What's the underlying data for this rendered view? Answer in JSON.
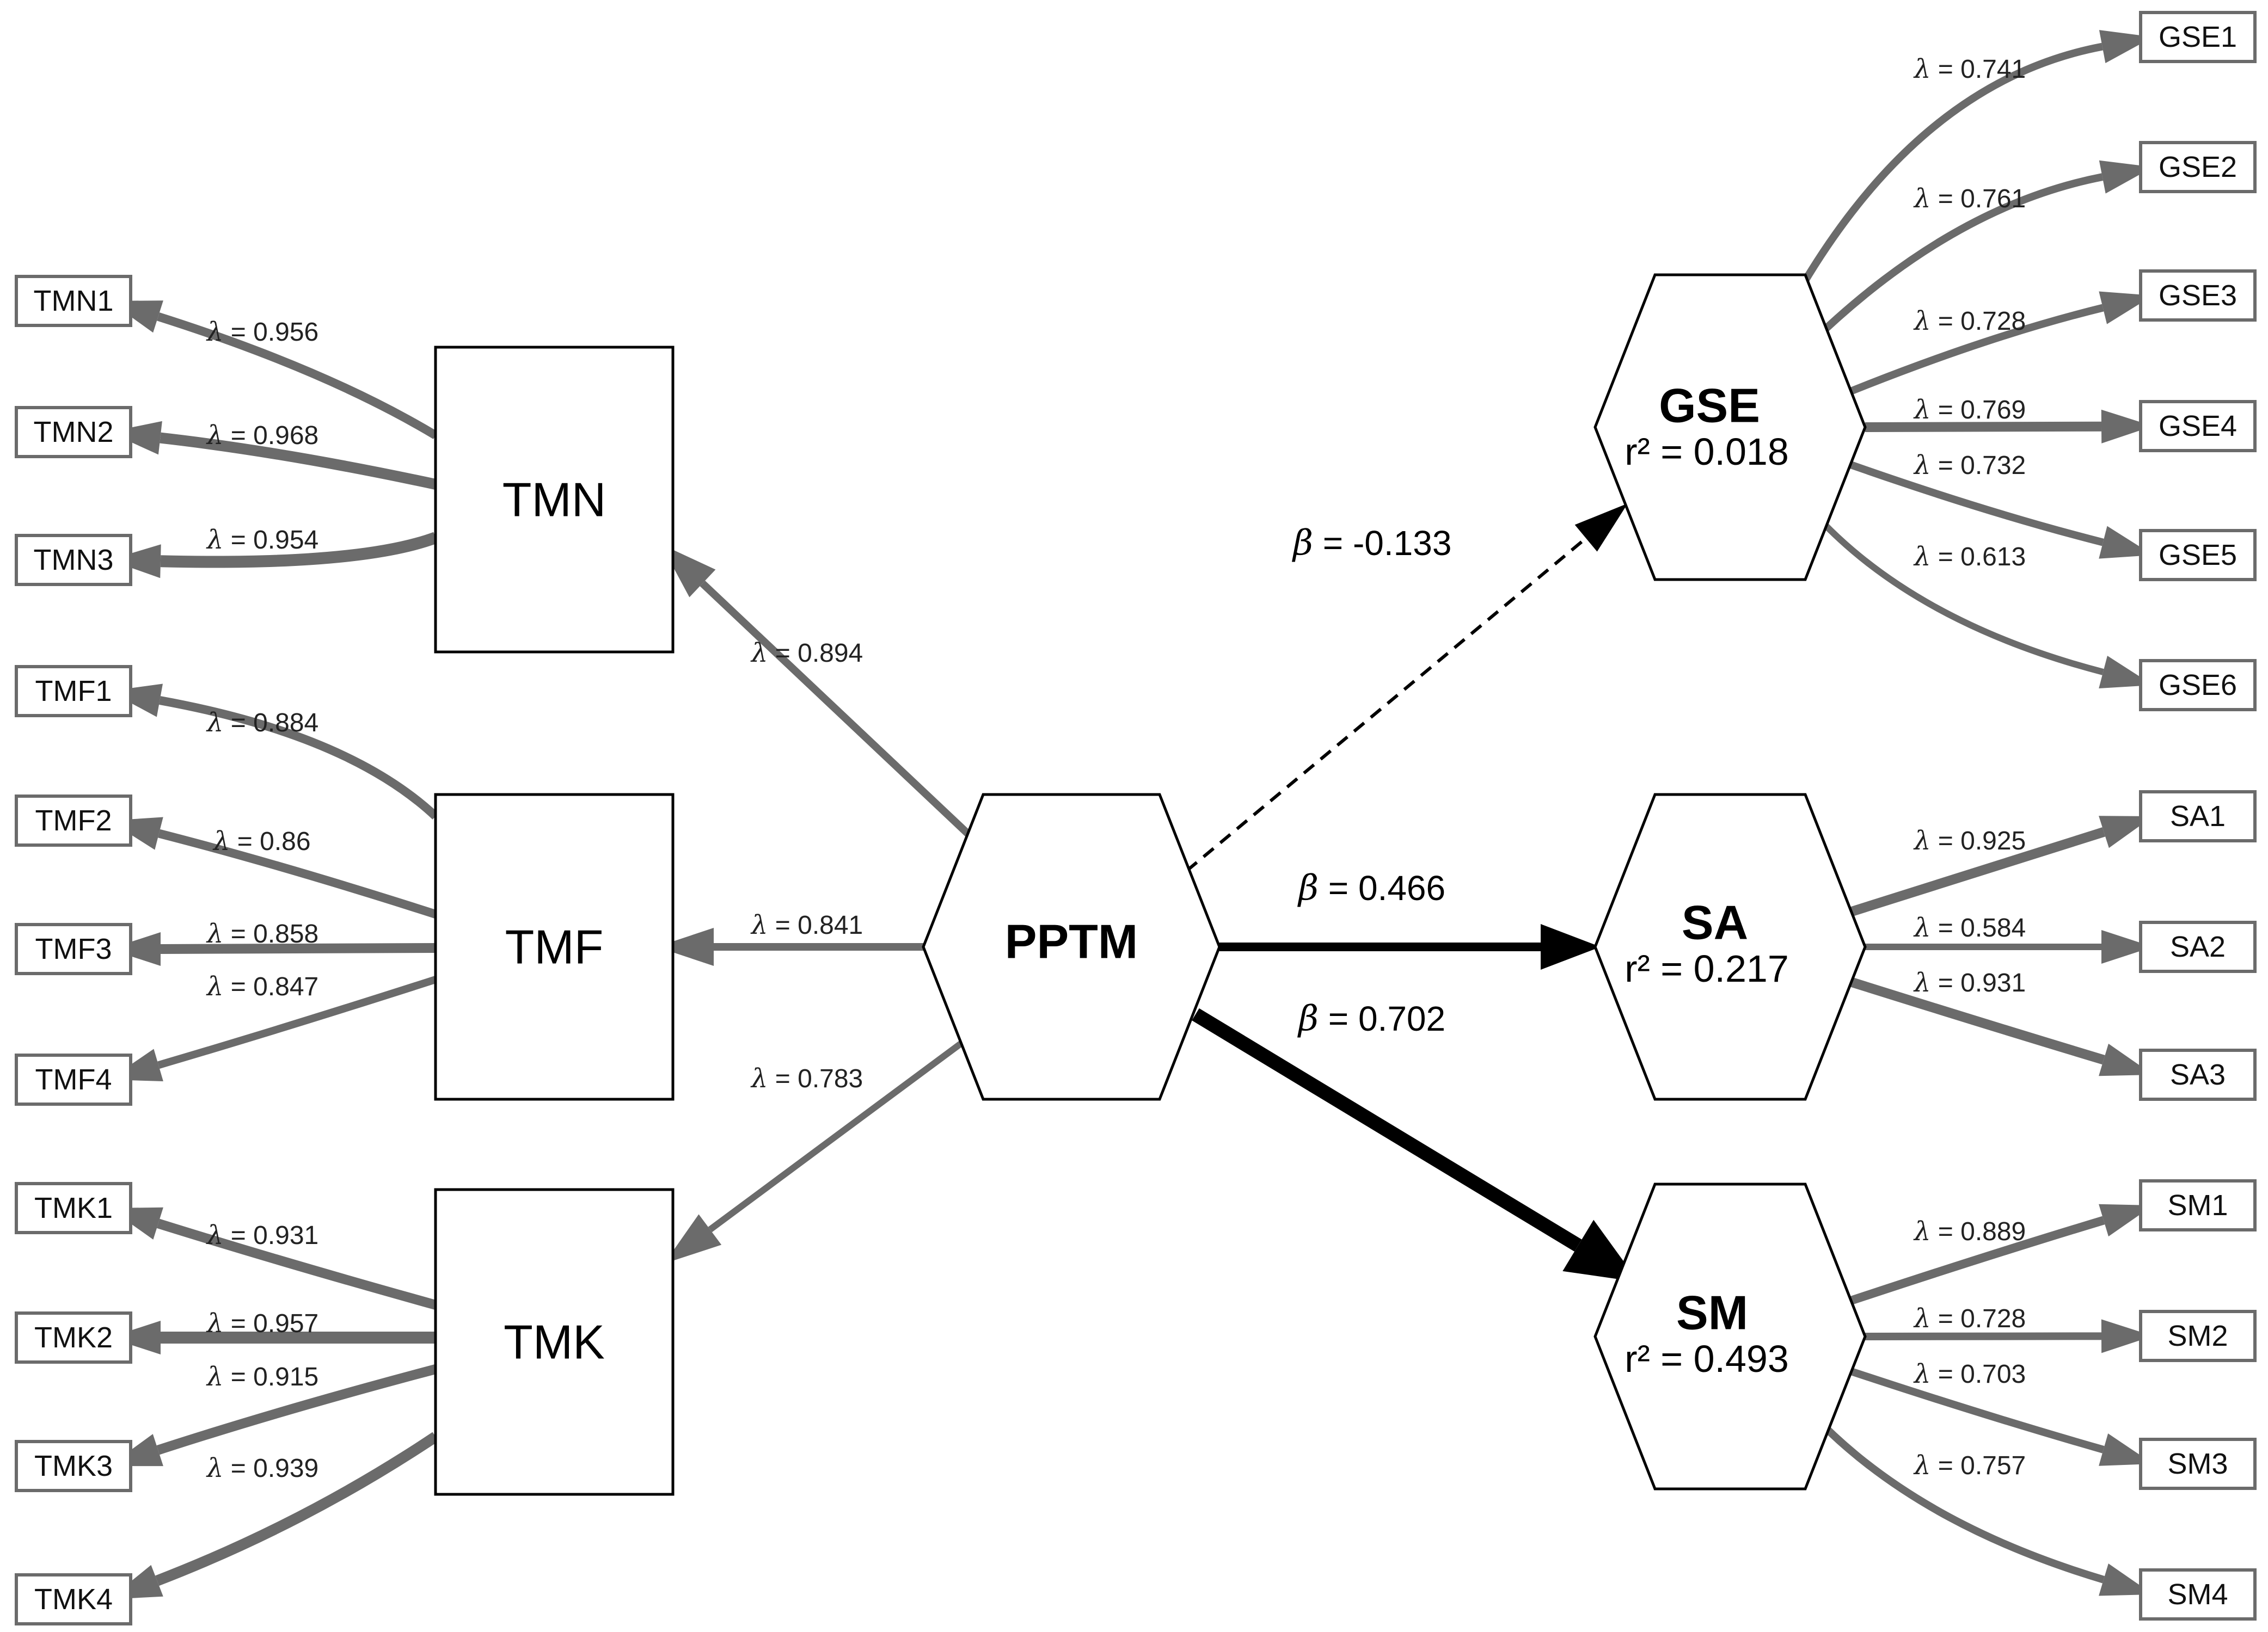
{
  "latents": {
    "TMN": {
      "name": "TMN",
      "r2": ""
    },
    "TMF": {
      "name": "TMF",
      "r2": ""
    },
    "TMK": {
      "name": "TMK",
      "r2": ""
    },
    "PPTM": {
      "name": "PPTM",
      "r2": ""
    },
    "GSE": {
      "name": "GSE",
      "r2": "r² = 0.018"
    },
    "SA": {
      "name": "SA",
      "r2": "r² = 0.217"
    },
    "SM": {
      "name": "SM",
      "r2": "r² = 0.493"
    }
  },
  "indicators": {
    "TMN1": "TMN1",
    "TMN2": "TMN2",
    "TMN3": "TMN3",
    "TMF1": "TMF1",
    "TMF2": "TMF2",
    "TMF3": "TMF3",
    "TMF4": "TMF4",
    "TMK1": "TMK1",
    "TMK2": "TMK2",
    "TMK3": "TMK3",
    "TMK4": "TMK4",
    "GSE1": "GSE1",
    "GSE2": "GSE2",
    "GSE3": "GSE3",
    "GSE4": "GSE4",
    "GSE5": "GSE5",
    "GSE6": "GSE6",
    "SA1": "SA1",
    "SA2": "SA2",
    "SA3": "SA3",
    "SM1": "SM1",
    "SM2": "SM2",
    "SM3": "SM3",
    "SM4": "SM4"
  },
  "loadings": {
    "TMN1": "0.956",
    "TMN2": "0.968",
    "TMN3": "0.954",
    "TMF1": "0.884",
    "TMF2": "0.86",
    "TMF3": "0.858",
    "TMF4": "0.847",
    "TMK1": "0.931",
    "TMK2": "0.957",
    "TMK3": "0.915",
    "TMK4": "0.939",
    "GSE1": "0.741",
    "GSE2": "0.761",
    "GSE3": "0.728",
    "GSE4": "0.769",
    "GSE5": "0.732",
    "GSE6": "0.613",
    "SA1": "0.925",
    "SA2": "0.584",
    "SA3": "0.931",
    "SM1": "0.889",
    "SM2": "0.728",
    "SM3": "0.703",
    "SM4": "0.757",
    "PPTM_TMN": "0.894",
    "PPTM_TMF": "0.841",
    "PPTM_TMK": "0.783"
  },
  "paths": {
    "PPTM_GSE": {
      "beta": "-0.133",
      "significant": false
    },
    "PPTM_SA": {
      "beta": "0.466",
      "significant": true
    },
    "PPTM_SM": {
      "beta": "0.702",
      "significant": true
    }
  },
  "symbols": {
    "lambda": "λ",
    "beta": "β",
    "equals": " = "
  },
  "colors": {
    "loading_arrow": "#6b6b6b",
    "structural_arrow": "#000000",
    "indicator_border": "#6b6b6b"
  }
}
